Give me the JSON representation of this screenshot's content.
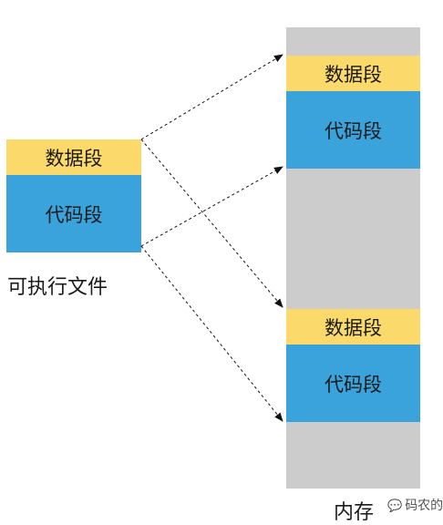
{
  "executable": {
    "label": "可执行文件",
    "data_segment": "数据段",
    "code_segment": "代码段"
  },
  "memory": {
    "label": "内存",
    "block_top": {
      "data_segment": "数据段",
      "code_segment": "代码段"
    },
    "block_bottom": {
      "data_segment": "数据段",
      "code_segment": "代码段"
    }
  },
  "watermark": {
    "icon": "wechat-icon",
    "text": "码农的"
  },
  "colors": {
    "data_segment": "#fbd96a",
    "code_segment": "#3aa3dc",
    "memory": "#cccccc",
    "arrow": "#111111"
  }
}
